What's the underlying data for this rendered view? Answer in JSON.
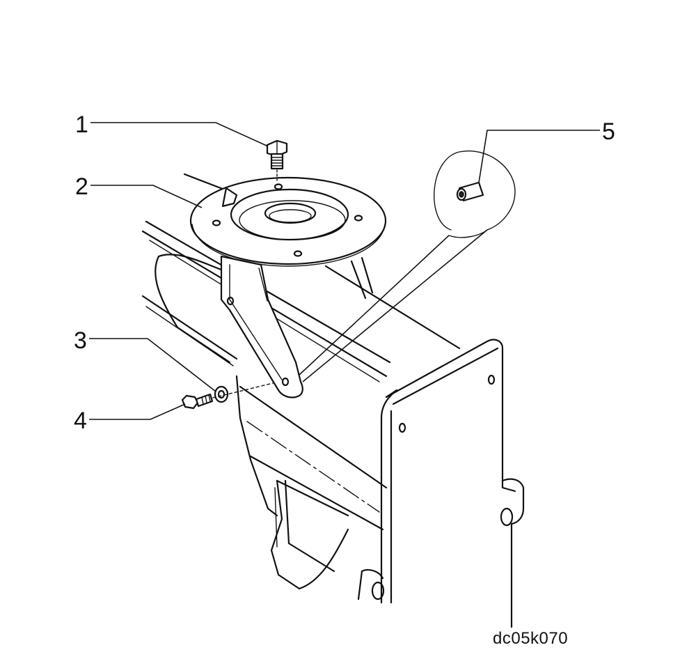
{
  "figure": {
    "code": "dc05k070",
    "callouts": [
      {
        "id": "1",
        "label": "1"
      },
      {
        "id": "2",
        "label": "2"
      },
      {
        "id": "3",
        "label": "3"
      },
      {
        "id": "4",
        "label": "4"
      },
      {
        "id": "5",
        "label": "5"
      }
    ]
  }
}
